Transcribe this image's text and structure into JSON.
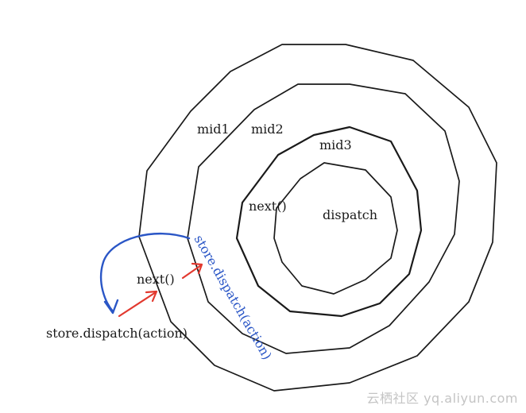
{
  "diagram": {
    "layers": {
      "outer": "mid1",
      "middle": "mid2",
      "inner": "mid3",
      "core": "dispatch"
    },
    "labels": {
      "next_inner": "next()",
      "next_outer": "next()",
      "dispatch_blue": "store.dispatch(action)",
      "dispatch_bottom": "store.dispatch(action)"
    },
    "colors": {
      "ink": "#1a1a1a",
      "blue": "#2a56c6",
      "red": "#e2392f"
    }
  },
  "watermark": "云栖社区 yq.aliyun.com"
}
